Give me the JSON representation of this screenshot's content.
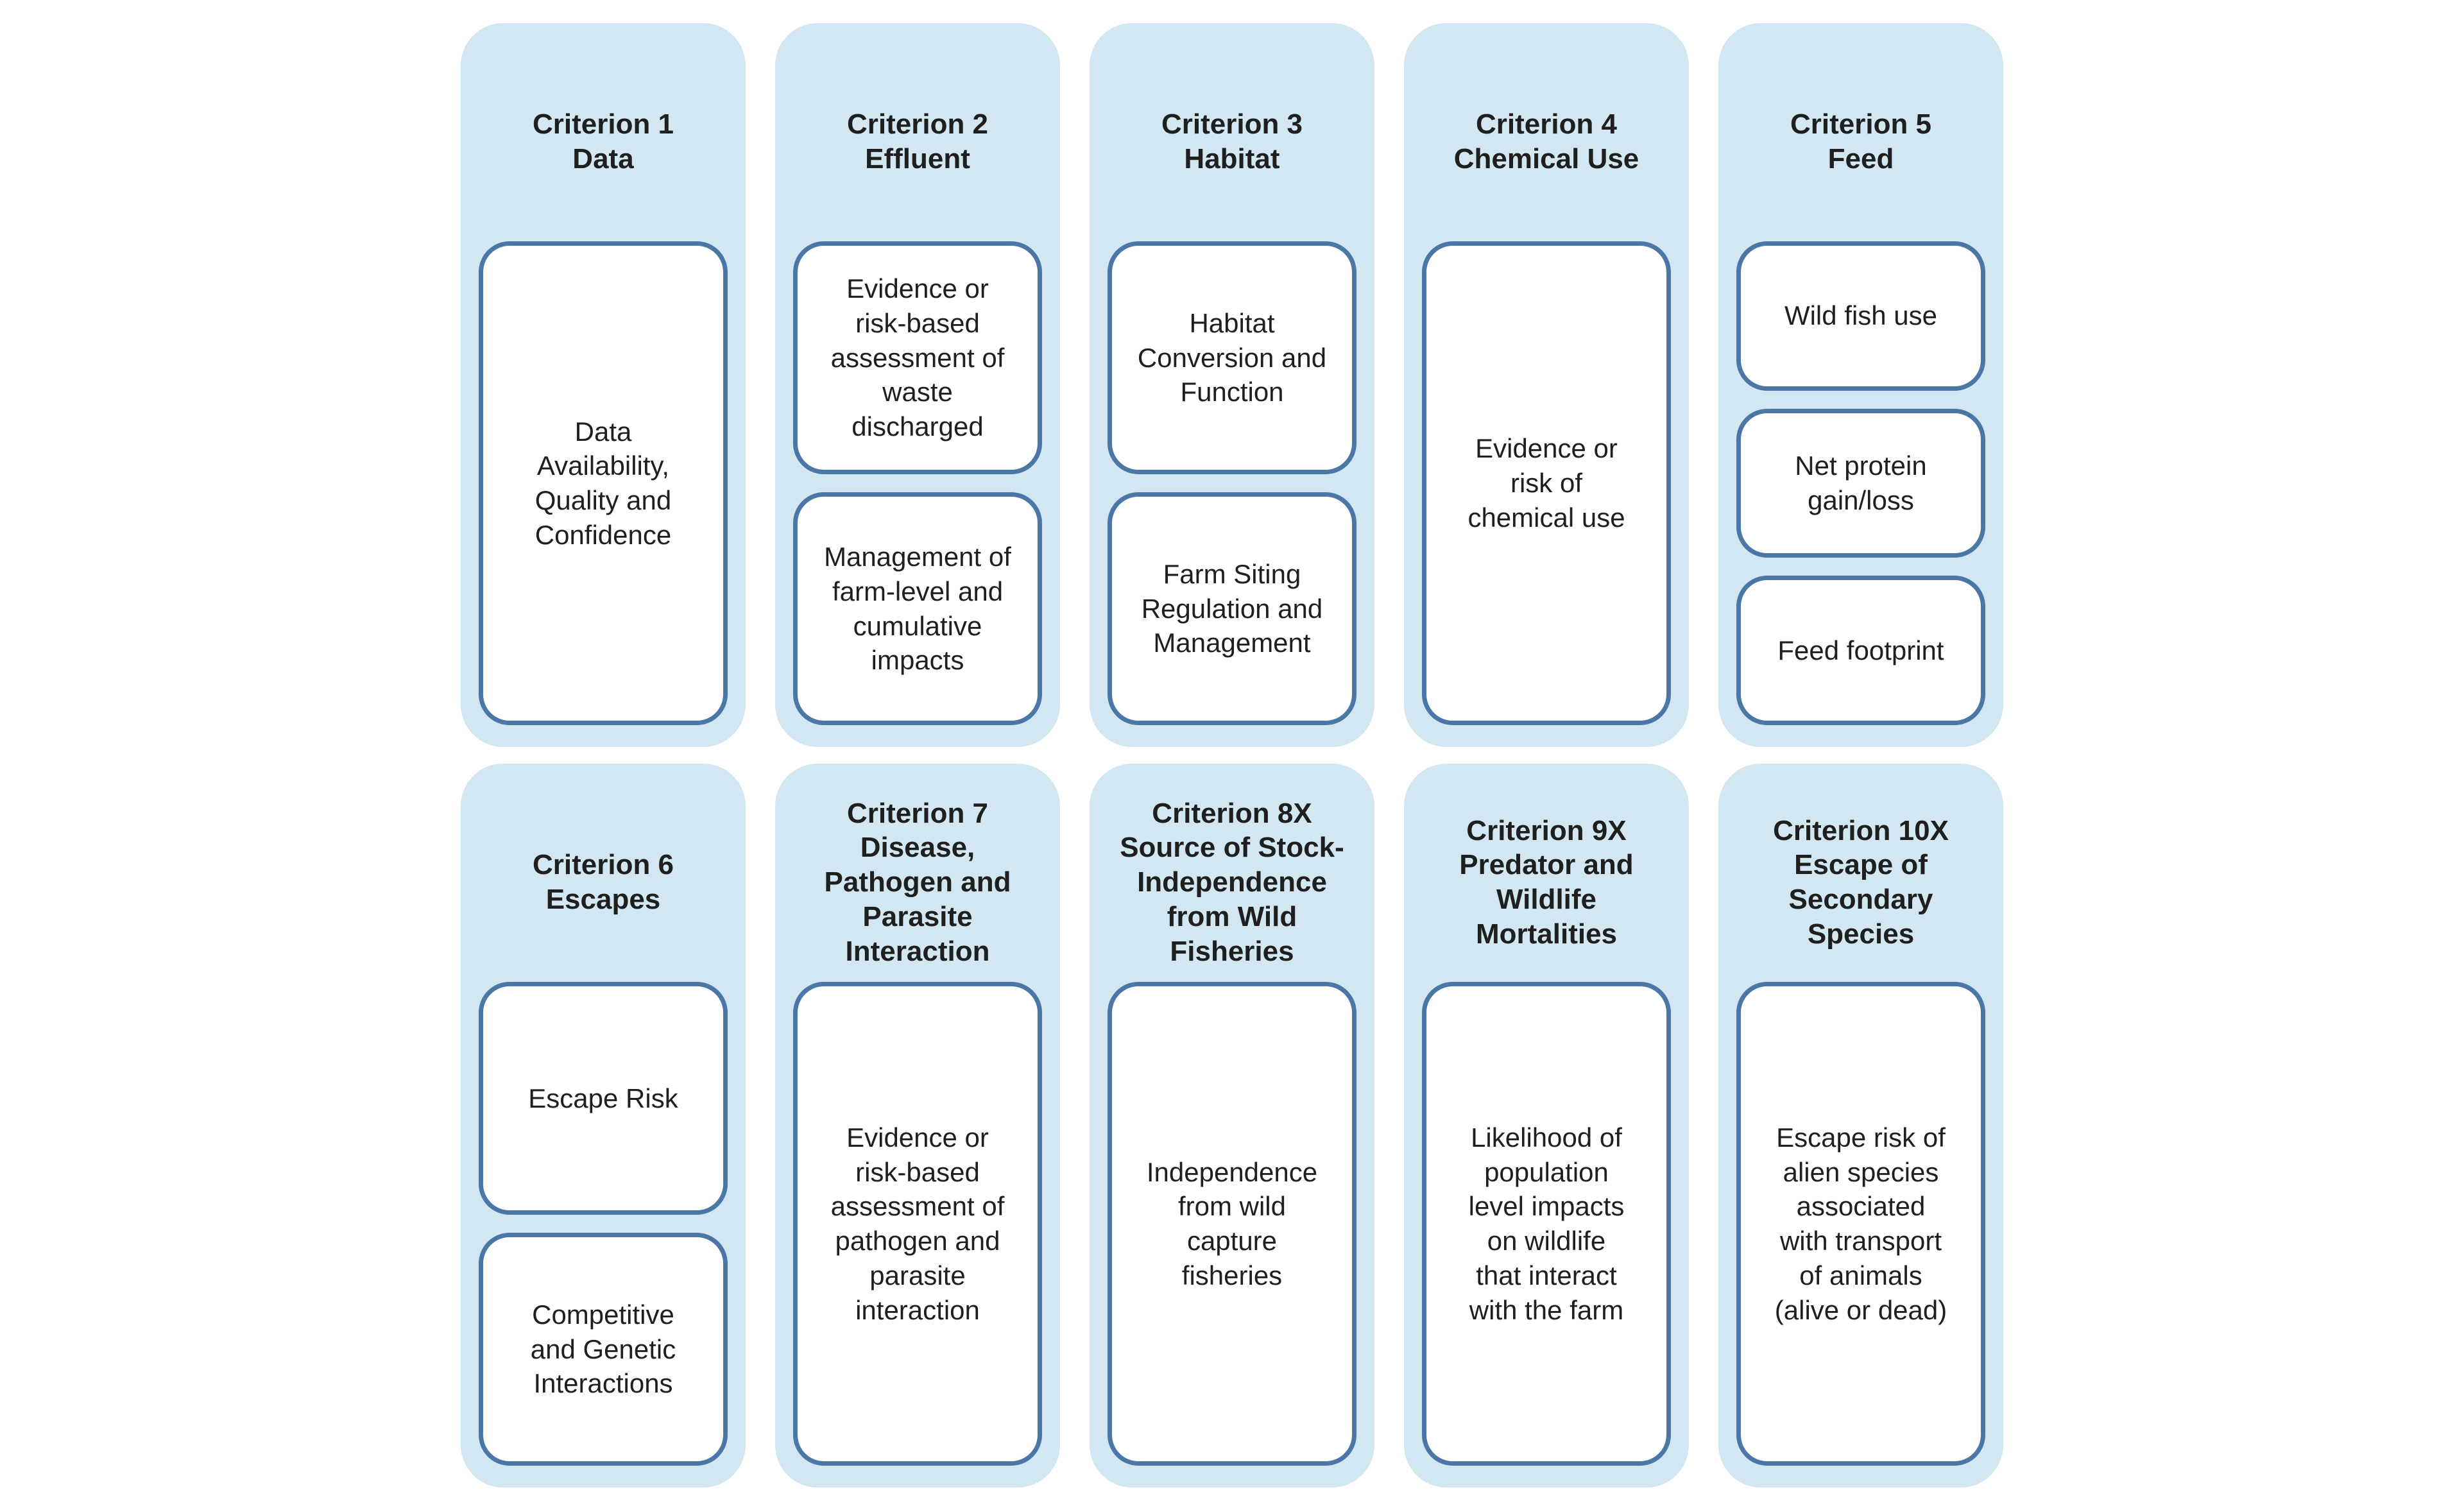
{
  "colors": {
    "page_bg": "#ffffff",
    "card_bg": "#d2e7f1",
    "box_bg": "#ffffff",
    "box_border": "#4a77a5",
    "text": "#1f1f1f"
  },
  "cards": [
    {
      "id": "criterion-1",
      "title": "Criterion 1\nData",
      "boxes": [
        "Data\nAvailability,\nQuality and\nConfidence"
      ]
    },
    {
      "id": "criterion-2",
      "title": "Criterion 2\nEffluent",
      "boxes": [
        "Evidence or\nrisk-based\nassessment of\nwaste\ndischarged",
        "Management of\nfarm-level and\ncumulative\nimpacts"
      ]
    },
    {
      "id": "criterion-3",
      "title": "Criterion 3\nHabitat",
      "boxes": [
        "Habitat\nConversion and\nFunction",
        "Farm Siting\nRegulation and\nManagement"
      ]
    },
    {
      "id": "criterion-4",
      "title": "Criterion 4\nChemical Use",
      "boxes": [
        "Evidence or\nrisk of\nchemical use"
      ]
    },
    {
      "id": "criterion-5",
      "title": "Criterion 5\nFeed",
      "boxes": [
        "Wild fish use",
        "Net protein\ngain/loss",
        "Feed footprint"
      ]
    },
    {
      "id": "criterion-6",
      "title": "Criterion 6\nEscapes",
      "boxes": [
        "Escape Risk",
        "Competitive\nand Genetic\nInteractions"
      ]
    },
    {
      "id": "criterion-7",
      "title": "Criterion 7\nDisease,\nPathogen and\nParasite\nInteraction",
      "boxes": [
        "Evidence or\nrisk-based\nassessment of\npathogen and\nparasite\ninteraction"
      ]
    },
    {
      "id": "criterion-8x",
      "title": "Criterion 8X\nSource of Stock-\nIndependence\nfrom Wild\nFisheries",
      "boxes": [
        "Independence\nfrom wild\ncapture\nfisheries"
      ]
    },
    {
      "id": "criterion-9x",
      "title": "Criterion 9X\nPredator and\nWildlife\nMortalities",
      "boxes": [
        "Likelihood of\npopulation\nlevel impacts\non wildlife\nthat interact\nwith the farm"
      ]
    },
    {
      "id": "criterion-10x",
      "title": "Criterion 10X\nEscape of\nSecondary\nSpecies",
      "boxes": [
        "Escape risk of\nalien species\nassociated\nwith transport\nof animals\n(alive or dead)"
      ]
    }
  ]
}
